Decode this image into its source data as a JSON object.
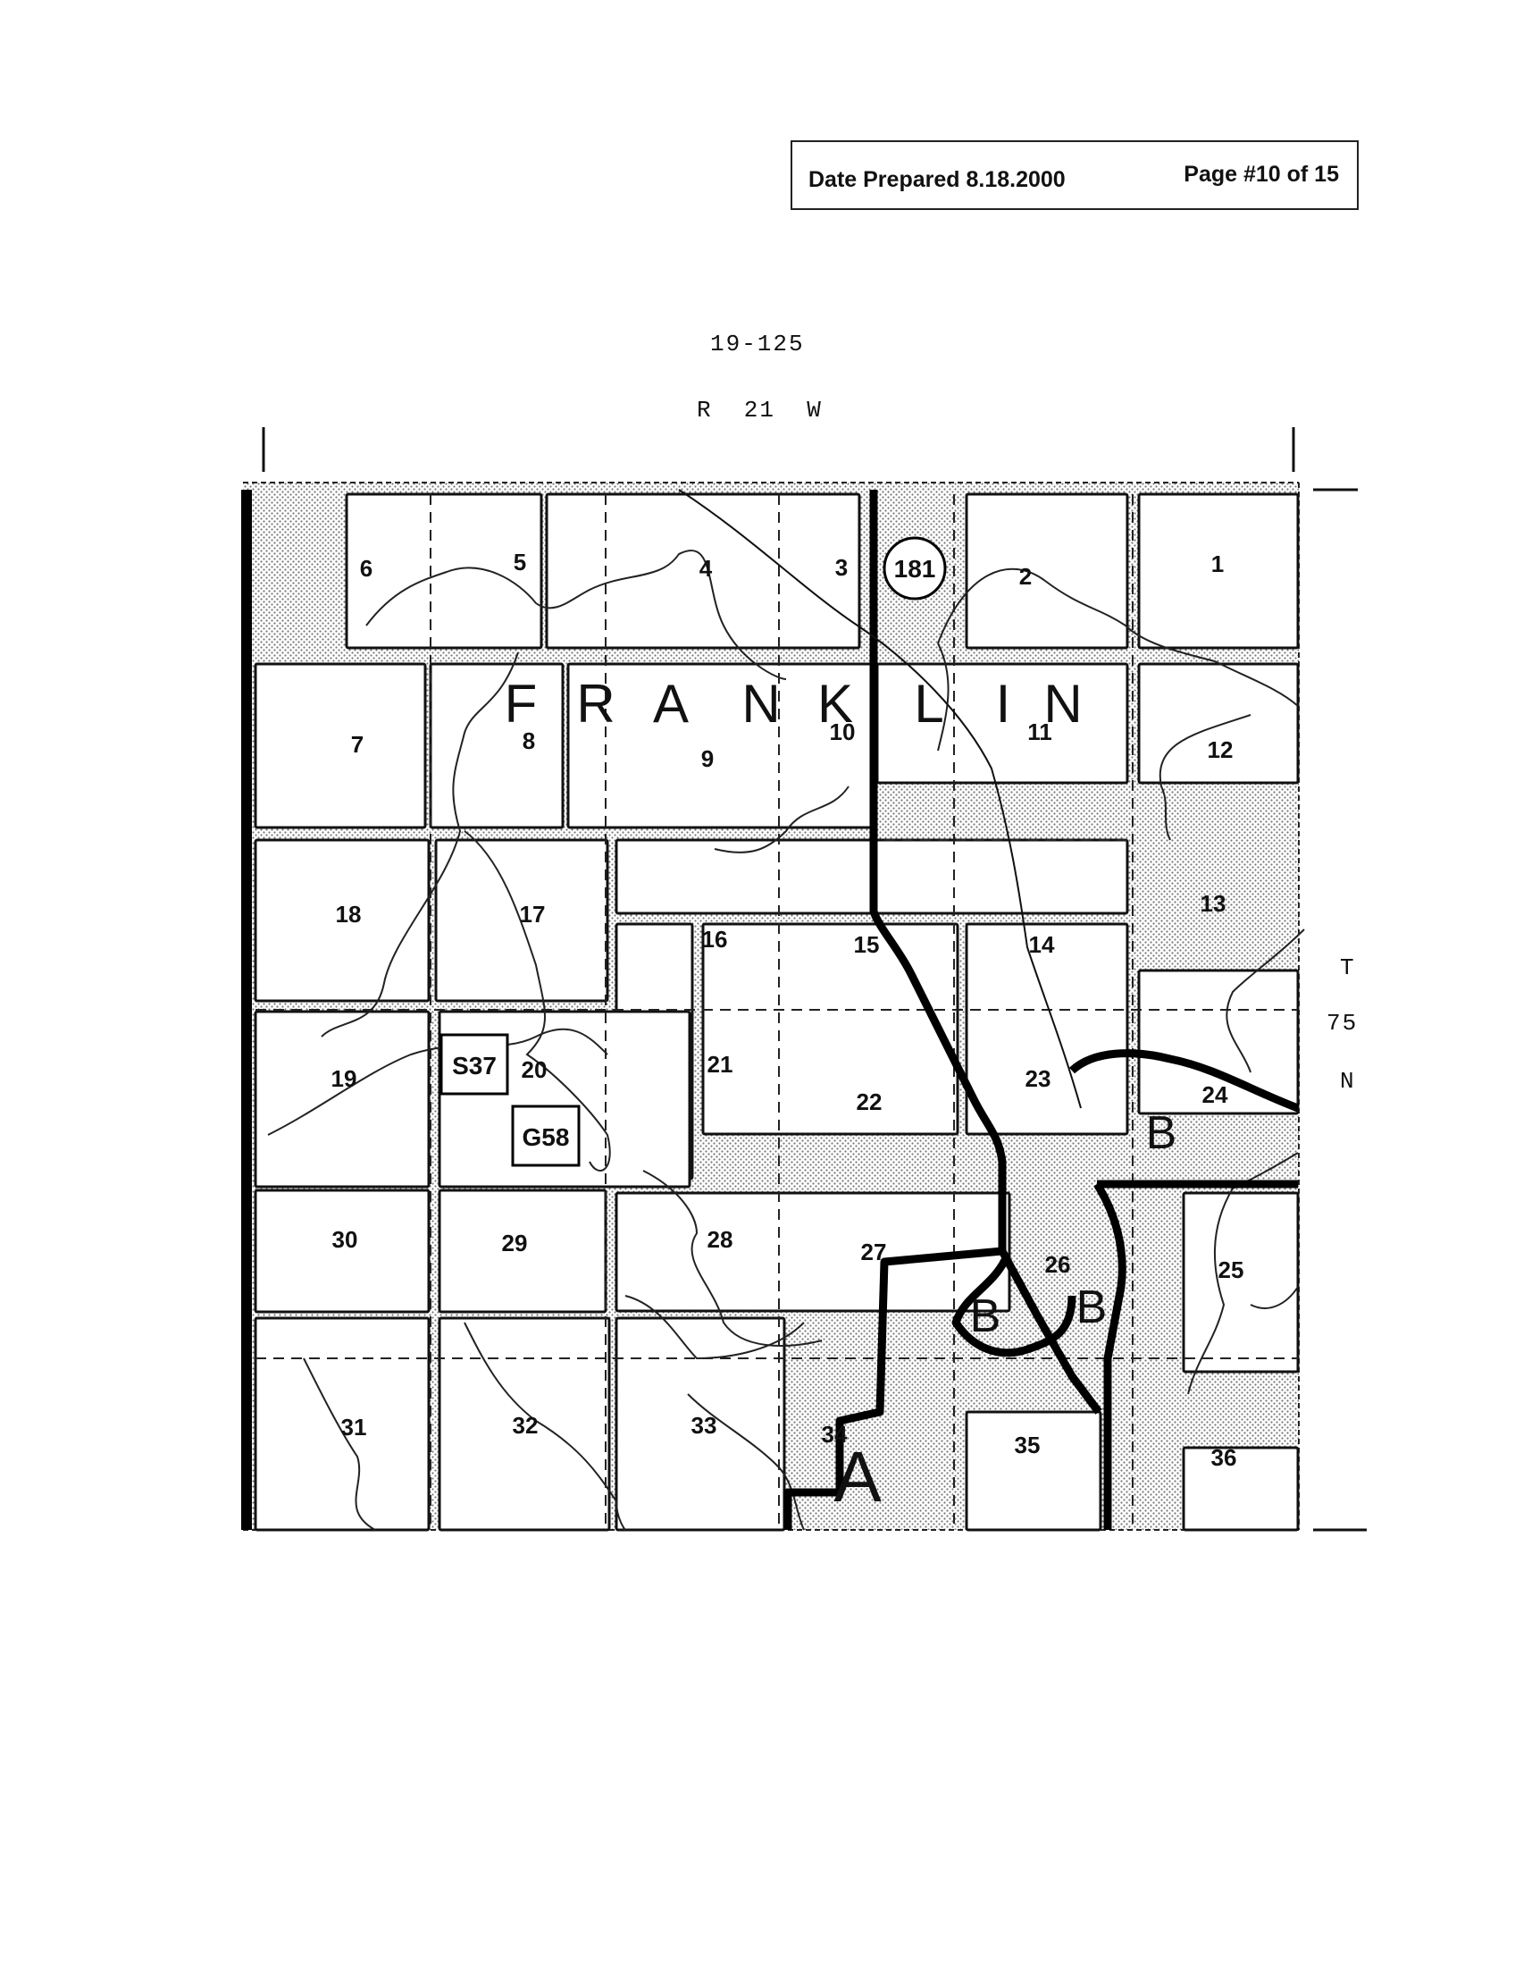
{
  "header": {
    "date_prepared": "Date Prepared 8.18.2000",
    "page": "Page #10 of 15"
  },
  "map": {
    "map_id": "19-125",
    "range": "R  21  W",
    "township": [
      "T",
      "75",
      "N"
    ],
    "township_name": [
      "F",
      "R",
      "A",
      "N",
      "K",
      "L",
      "I",
      "N"
    ],
    "route_shield": "181",
    "boxed_labels": [
      "S37",
      "G58"
    ],
    "area_labels": [
      "B",
      "B",
      "B",
      "A"
    ],
    "sections": [
      "1",
      "2",
      "3",
      "4",
      "5",
      "6",
      "7",
      "8",
      "9",
      "10",
      "11",
      "12",
      "13",
      "14",
      "15",
      "16",
      "17",
      "18",
      "19",
      "20",
      "21",
      "22",
      "23",
      "24",
      "25",
      "26",
      "27",
      "28",
      "29",
      "30",
      "31",
      "32",
      "33",
      "34",
      "35",
      "36"
    ]
  }
}
